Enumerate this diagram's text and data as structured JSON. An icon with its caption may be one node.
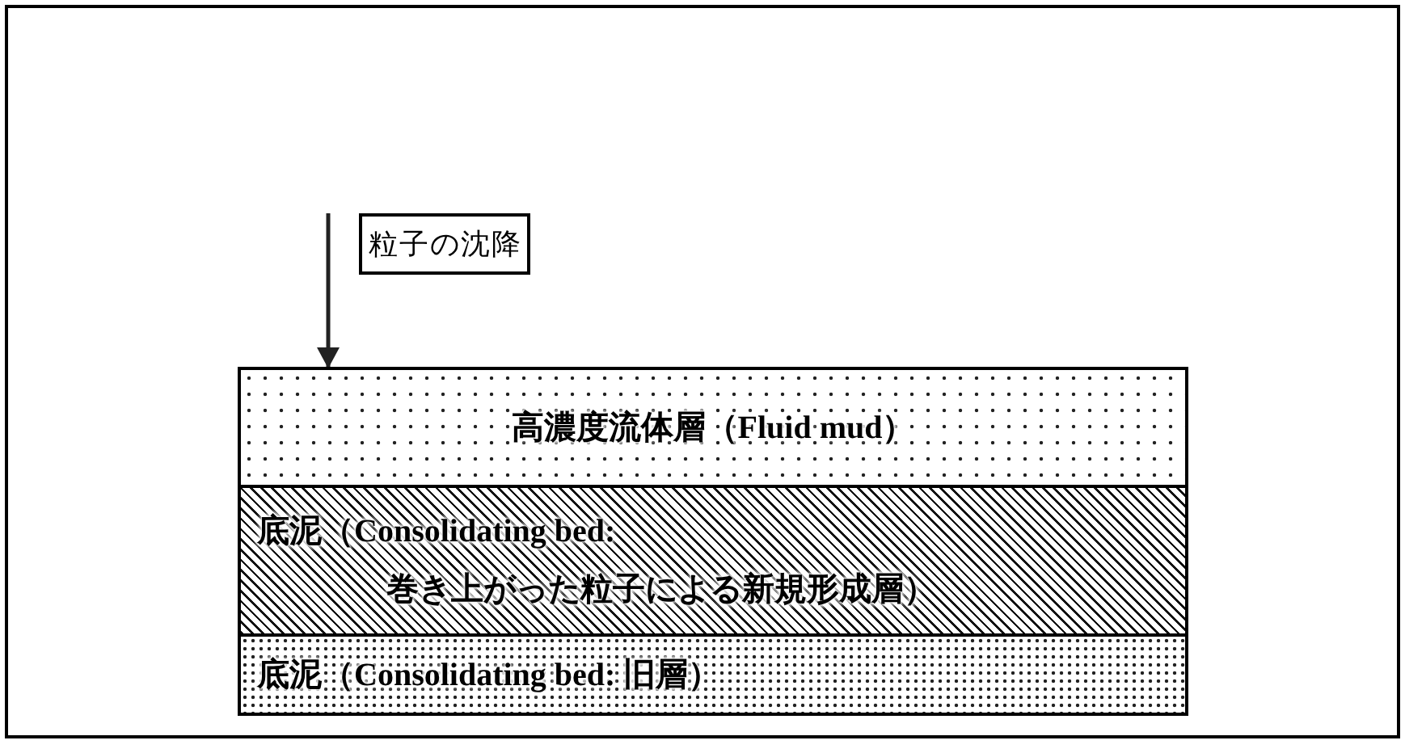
{
  "diagram": {
    "nodes": [
      {
        "text": [
          "粒子の沈降"
        ]
      },
      {
        "text": [
          "高濃度流体層（Fluid mud）"
        ]
      },
      {
        "text": [
          "底泥（Consolidating bed: 巻き上がった粒子による新規形成層）"
        ]
      },
      {
        "text": [
          "底泥（Consolidating bed: 旧層）"
        ]
      }
    ],
    "edges": [
      {
        "from": null,
        "to": 1,
        "arrow": "to"
      }
    ]
  }
}
